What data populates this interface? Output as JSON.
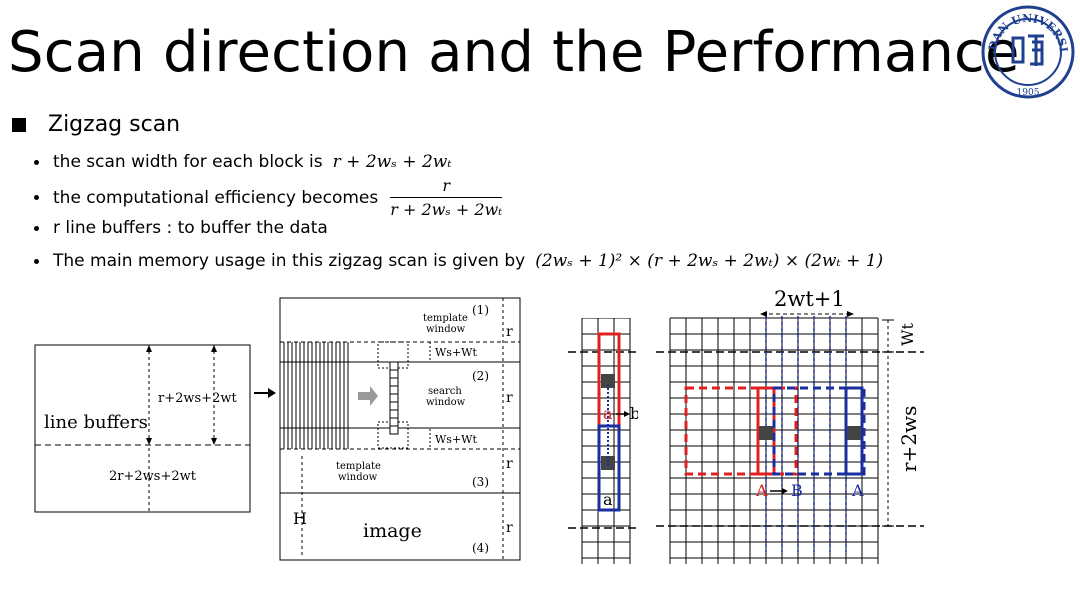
{
  "title": "Scan direction and the Performance",
  "logo": {
    "top_text": "FUDAN UNIVERSITY",
    "year": "1905"
  },
  "section": "Zigzag scan",
  "bullets": [
    {
      "text": "the scan width for each block is",
      "formula": "r + 2wₛ + 2wₜ"
    },
    {
      "text": "the computational efficiency becomes",
      "numerator": "r",
      "denominator": "r + 2wₛ + 2wₜ"
    },
    {
      "text": "r line buffers : to buffer the data"
    },
    {
      "text": "The main memory usage in this zigzag scan is given by",
      "formula": "(2wₛ + 1)² × (r + 2wₛ + 2wₜ) × (2wₜ + 1)"
    }
  ],
  "fig1": {
    "label_main": "line buffers",
    "label_top": "r+2ws+2wt",
    "label_bottom": "2r+2ws+2wt"
  },
  "fig2": {
    "band1": "(1)",
    "band2": "(2)",
    "band3": "(3)",
    "band4": "(4)",
    "r": "r",
    "wsplus": "Ws+Wt",
    "template_top_1": "template",
    "template_top_2": "window",
    "search_1": "search",
    "search_2": "window",
    "template_bot_1": "template",
    "template_bot_2": "window",
    "H": "H",
    "image": "image"
  },
  "fig3": {
    "a_top": "a",
    "b": "b",
    "a_bottom": "a"
  },
  "fig4": {
    "top": "2wt+1",
    "right_top": "Wt",
    "right_side": "r+2ws",
    "A1": "A",
    "B": "B",
    "A2": "A"
  }
}
